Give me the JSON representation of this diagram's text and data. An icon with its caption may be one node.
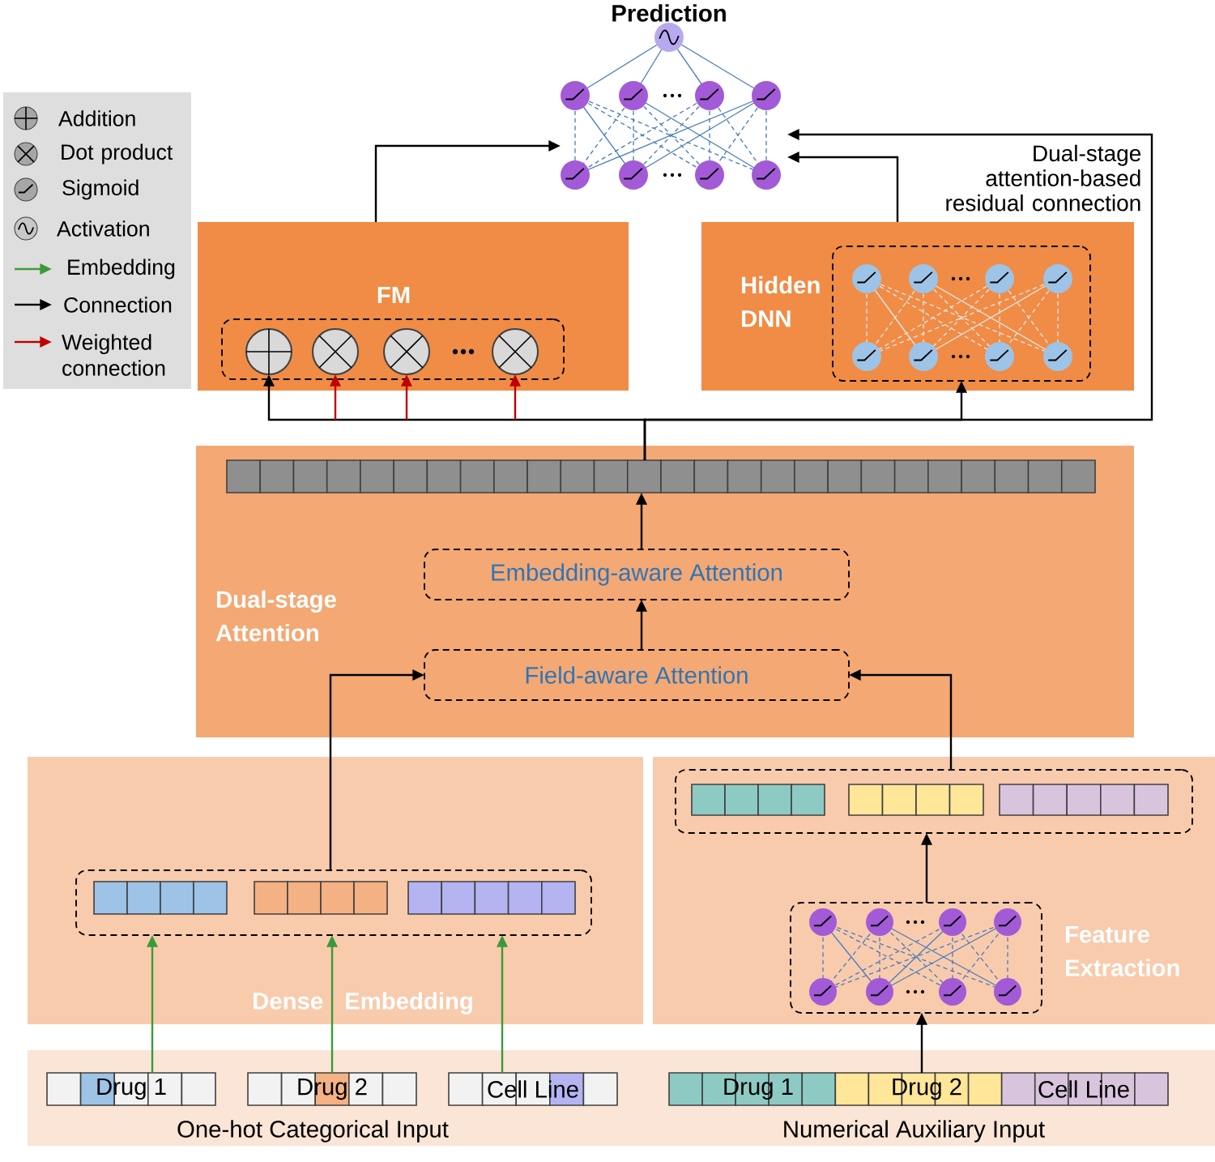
{
  "diagram": {
    "nodes": [
      {
        "text": [
          "Prediction"
        ]
      },
      {
        "text": [
          "FM"
        ]
      },
      {
        "text": [],
        "shape": "box",
        "in": 1
      },
      {
        "text": [],
        "shape": "circle",
        "in": 2
      },
      {
        "text": [],
        "shape": "circle",
        "in": 2
      },
      {
        "text": [],
        "shape": "circle",
        "in": 2
      },
      {
        "text": [],
        "shape": "circle",
        "in": 2
      },
      {
        "text": [
          "Hidden DNN"
        ]
      },
      {
        "text": [],
        "shape": "box",
        "in": 7
      },
      {
        "text": [
          "Dual-stage Attention"
        ]
      },
      {
        "text": [],
        "shape": "bar",
        "in": 9
      },
      {
        "text": [
          "Embedding-aware Attention"
        ],
        "in": 9
      },
      {
        "text": [
          "Field-aware Attention"
        ],
        "in": 9
      },
      {
        "text": [
          "Dense Embedding"
        ]
      },
      {
        "text": [],
        "shape": "box",
        "in": 13
      },
      {
        "text": [
          "Feature Extraction"
        ]
      },
      {
        "text": [],
        "shape": "box",
        "in": 15
      },
      {
        "text": [],
        "shape": "box",
        "in": 15
      },
      {
        "text": [
          "One-hot Categorical Input"
        ]
      },
      {
        "text": [
          "Drug 1"
        ],
        "in": 18
      },
      {
        "text": [
          "Drug 2"
        ],
        "in": 18
      },
      {
        "text": [
          "Cell Line"
        ],
        "in": 18
      },
      {
        "text": [
          "Numerical Auxiliary Input"
        ]
      },
      {
        "text": [
          "Drug 1",
          "Drug 2",
          "Cell Line"
        ],
        "in": 22
      }
    ],
    "edges": [
      {
        "from": 19,
        "to": 14,
        "arrow": "to",
        "color": "#3a9a3a"
      },
      {
        "from": 20,
        "to": 14,
        "arrow": "to",
        "color": "#3a9a3a"
      },
      {
        "from": 21,
        "to": 14,
        "arrow": "to",
        "color": "#3a9a3a"
      },
      {
        "from": 23,
        "to": 17,
        "arrow": "to"
      },
      {
        "from": 17,
        "to": 16,
        "arrow": "to"
      },
      {
        "from": 14,
        "to": 12,
        "arrow": "to"
      },
      {
        "from": 16,
        "to": 12,
        "arrow": "to"
      },
      {
        "from": 12,
        "to": 11,
        "arrow": "to"
      },
      {
        "from": 11,
        "to": 10,
        "arrow": "to"
      },
      {
        "from": 10,
        "to": 3,
        "arrow": "to"
      },
      {
        "from": null,
        "to": 4,
        "arrow": "to",
        "color": "#c00000"
      },
      {
        "from": null,
        "to": 5,
        "arrow": "to",
        "color": "#c00000"
      },
      {
        "from": null,
        "to": 6,
        "arrow": "to",
        "color": "#c00000"
      },
      {
        "from": 10,
        "to": 8,
        "arrow": "to"
      },
      {
        "from": 10,
        "to": 0,
        "arrow": "to",
        "label": "Dual-stage attention-based residual connection"
      },
      {
        "from": 1,
        "to": 0,
        "arrow": "to"
      },
      {
        "from": 7,
        "to": 0,
        "arrow": "to"
      }
    ],
    "legend": [
      {
        "text": "Addition"
      },
      {
        "text": "Dot product"
      },
      {
        "text": "Sigmoid"
      },
      {
        "text": "Activation"
      },
      {
        "text": "Embedding"
      },
      {
        "text": "Connection"
      },
      {
        "text": "Weighted connection"
      }
    ]
  }
}
